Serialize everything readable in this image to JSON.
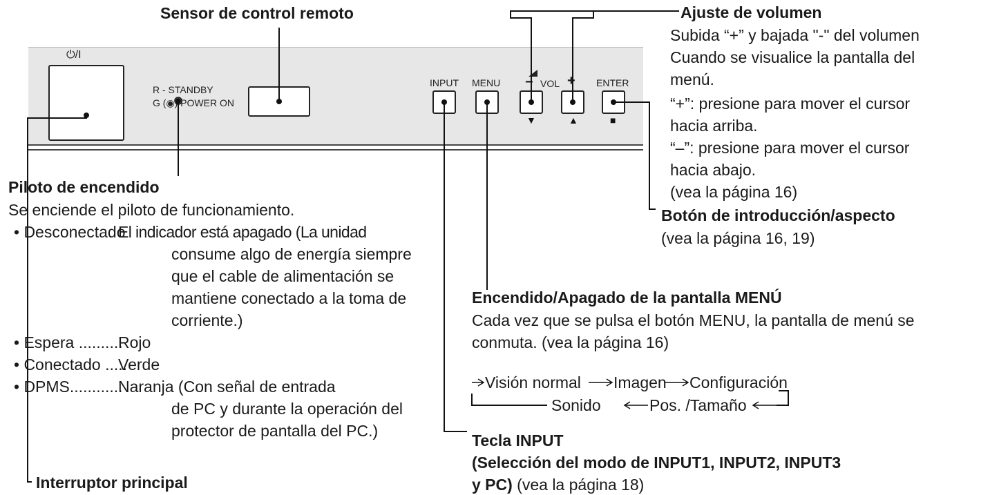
{
  "panel": {
    "power_symbol": "⏻/I",
    "standby_line": "R - STANDBY",
    "poweron_line": "G (◉) POWER ON",
    "btn_input": "INPUT",
    "btn_menu": "MENU",
    "vol_minus": "−",
    "vol_label": "VOL",
    "vol_plus": "+",
    "btn_enter": "ENTER",
    "glyph_down": "▼",
    "glyph_up": "▲",
    "glyph_square": "■"
  },
  "sensor": {
    "title": "Sensor de control remoto"
  },
  "volume": {
    "title": "Ajuste de volumen",
    "lines": [
      "Subida “+” y bajada \"-\" del volumen",
      "Cuando se visualice la pantalla del",
      "menú.",
      "“+”: presione para mover el cursor",
      "hacia arriba.",
      "“–”: presione para mover el cursor",
      "hacia abajo.",
      "(vea la página 16)"
    ]
  },
  "enter": {
    "title": "Botón de introducción/aspecto",
    "ref": "(vea la página 16, 19)"
  },
  "power_led": {
    "title": "Piloto de encendido",
    "intro": "Se enciende el piloto de funcionamiento.",
    "items": [
      {
        "label": "• Desconectado",
        "desc": "El indicador está apagado (La unidad"
      },
      {
        "label": "",
        "desc": "consume algo de energía siempre"
      },
      {
        "label": "",
        "desc": "que el cable de alimentación se"
      },
      {
        "label": "",
        "desc": "mantiene conectado a la toma de"
      },
      {
        "label": "",
        "desc": "corriente.)"
      },
      {
        "label": "• Espera ..........",
        "desc": "Rojo"
      },
      {
        "label": "• Conectado .....",
        "desc": "Verde"
      },
      {
        "label": "• DPMS............",
        "desc": "Naranja (Con señal de entrada"
      },
      {
        "label": "",
        "desc": "de PC y durante la operación del"
      },
      {
        "label": "",
        "desc": "protector de pantalla del PC.)"
      }
    ]
  },
  "menu_onoff": {
    "title": "Encendido/Apagado de la pantalla MENÚ",
    "line1": "Cada vez que se pulsa el botón MENU, la pantalla de menú se",
    "line2": "conmuta. (vea la página 16)",
    "cycle": [
      "Visión normal",
      "Imagen",
      "Configuración",
      "Pos. /Tamaño",
      "Sonido"
    ]
  },
  "input_key": {
    "title": "Tecla INPUT",
    "line2": "(Selección del modo de INPUT1, INPUT2, INPUT3",
    "line3_bold": "y PC)",
    "line3_normal": " (vea la página 18)"
  },
  "main_switch": {
    "title": "Interruptor principal"
  }
}
